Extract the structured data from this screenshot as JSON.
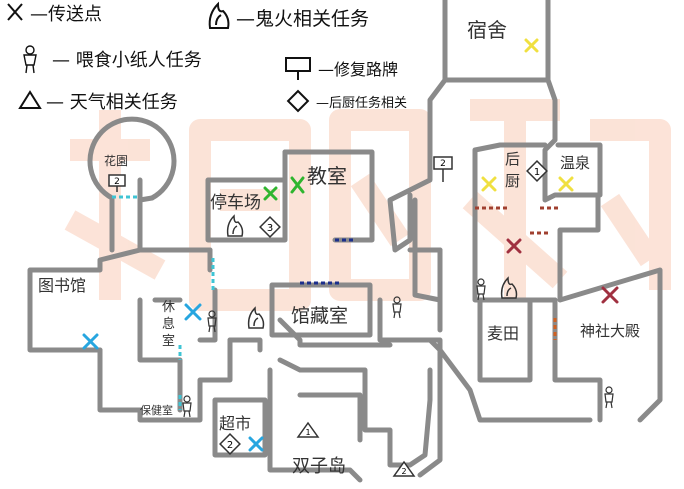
{
  "legend": {
    "teleport": "—传送点",
    "ghostfire": "—鬼火相关任务",
    "paper_doll": "— 喂食小纸人任务",
    "repair_sign": "—修复路牌",
    "weather": "—  天气相关任务",
    "kitchen": "—后厨任务相关"
  },
  "rooms": {
    "dorm": "宿舍",
    "garden": "花園",
    "classroom": "教室",
    "parking": "停车场",
    "library": "图书馆",
    "rest_a": "休",
    "rest_b": "息",
    "rest_c": "室",
    "clinic": "保健室",
    "collection": "馆藏室",
    "supermarket": "超市",
    "twin_island": "双子岛",
    "back_a": "后",
    "back_b": "厨",
    "hotspring": "温泉",
    "field": "麦田",
    "shrine": "神社大殿"
  },
  "markers": {
    "sign_num_1": "2",
    "sign_num_2": "2",
    "diamond_num_1": "3",
    "diamond_num_2": "1",
    "diamond_num_3": "2",
    "triangle_num_1": "1",
    "triangle_num_2": "2"
  },
  "colors": {
    "wall": "#8a8a8a",
    "teleport_yellow": "#f0e040",
    "teleport_green": "#2fb52f",
    "teleport_blue": "#27a6e0",
    "teleport_red": "#a03040",
    "door_cyan": "#3fc4d4",
    "door_navy": "#1c2f8c",
    "door_brown": "#a04030",
    "door_orange": "#d06020",
    "watermark": "#f6c4a8"
  }
}
